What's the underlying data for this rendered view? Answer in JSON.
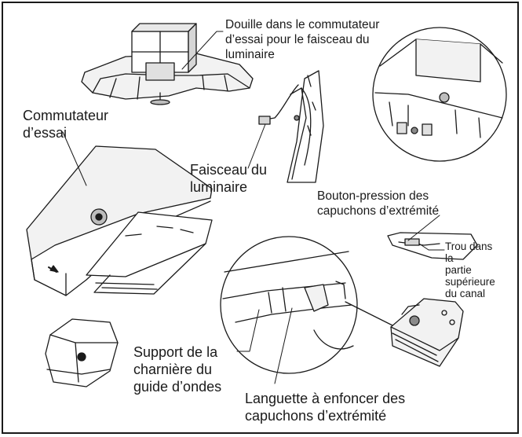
{
  "labels": {
    "douille": "Douille dans le commutateur\nd’essai pour le faisceau du\nluminaire",
    "commutateur": "Commutateur\nd’essai",
    "faisceau": "Faisceau du\nluminaire",
    "bouton_pression": "Bouton-pression des\ncapuchons d’extrémité",
    "trou": "Trou dans\nla\npartie\nsupérieure\ndu canal",
    "support": "Support de la\ncharnière du\nguide d’ondes",
    "languette": "Languette à enfoncer des\ncapuchons d’extrémité"
  },
  "colors": {
    "line": "#1a1a1a",
    "fill_light": "#f2f2f2",
    "fill_mid": "#d6d6d6",
    "fill_dark": "#8a8a8a"
  }
}
